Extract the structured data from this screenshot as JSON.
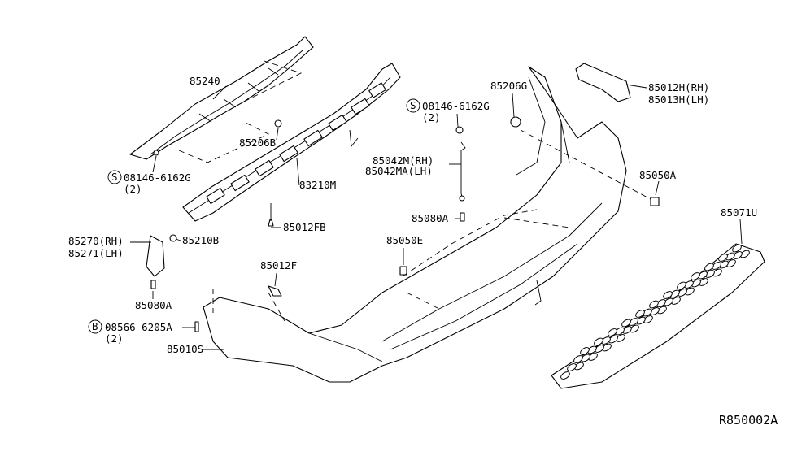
{
  "diagram": {
    "reference_code": "R850002A",
    "callouts": [
      {
        "part": "85240"
      },
      {
        "part": "85206B"
      },
      {
        "prefix": "S",
        "part": "08146-6162G",
        "qty": "(2)"
      },
      {
        "part": "83210M"
      },
      {
        "part": "85012FB"
      },
      {
        "part": "85270(RH)"
      },
      {
        "part": "85271(LH)"
      },
      {
        "part": "85210B"
      },
      {
        "part": "85080A"
      },
      {
        "part": "85012F"
      },
      {
        "prefix": "B",
        "part": "08566-6205A",
        "qty": "(2)"
      },
      {
        "part": "85010S"
      },
      {
        "part": "85206G"
      },
      {
        "prefix": "S",
        "part": "08146-6162G",
        "qty": "(2)"
      },
      {
        "part": "85042M(RH)"
      },
      {
        "part": "85042MA(LH)"
      },
      {
        "part": "85080A"
      },
      {
        "part": "85050E"
      },
      {
        "part": "85012H(RH)"
      },
      {
        "part": "85013H(LH)"
      },
      {
        "part": "85050A"
      },
      {
        "part": "85071U"
      }
    ]
  }
}
